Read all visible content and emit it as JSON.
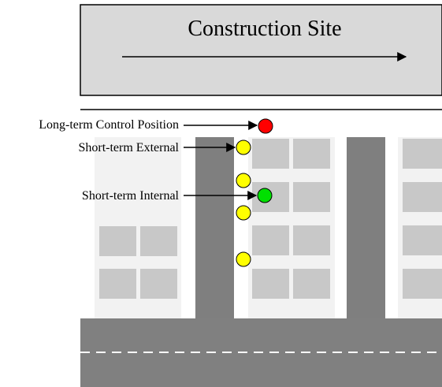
{
  "site_title": "Construction Site",
  "labels": {
    "long_term": "Long-term Control Position",
    "short_external": "Short-term External",
    "short_internal": "Short-term Internal"
  },
  "colors": {
    "site_fill": "#d9d9d9",
    "block_light": "#f2f2f2",
    "window": "#c8c8c8",
    "building_dark": "#7f7f7f",
    "road": "#808080",
    "marker_red": "#ff0000",
    "marker_yellow": "#ffff00",
    "marker_green": "#00e000"
  }
}
